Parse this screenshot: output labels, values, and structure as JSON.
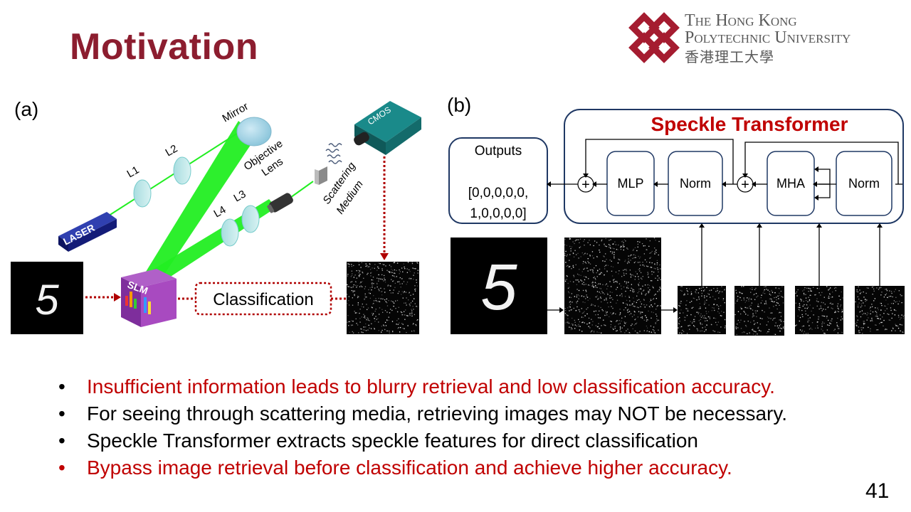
{
  "slide": {
    "title": "Motivation",
    "page_number": "41"
  },
  "logo": {
    "line1": "The Hong Kong",
    "line2": "Polytechnic University",
    "line3": "香港理工大學"
  },
  "panel_a": {
    "label": "(a)",
    "mirror": "Mirror",
    "objective": "Objective",
    "lens": "Lens",
    "l1": "L1",
    "l2": "L2",
    "l3": "L3",
    "l4": "L4",
    "scattering": "Scattering",
    "medium": "Medium",
    "laser": "LASER",
    "cmos": "CMOS",
    "slm": "SLM",
    "digit": "5",
    "classification": "Classification"
  },
  "panel_b": {
    "label": "(b)",
    "transformer_title": "Speckle Transformer",
    "outputs_title": "Outputs",
    "outputs_line1": "[0,0,0,0,0,",
    "outputs_line2": "1,0,0,0,0]",
    "mlp": "MLP",
    "norm1": "Norm",
    "mha": "MHA",
    "norm2": "Norm",
    "plus": "+",
    "digit": "5"
  },
  "bullets": [
    {
      "text": "Insufficient information leads to blurry retrieval and low classification accuracy.",
      "color": "#c00000"
    },
    {
      "text": "For seeing through scattering media, retrieving images may NOT be necessary.",
      "color": "#000000"
    },
    {
      "text": "Speckle Transformer extracts speckle features for direct classification",
      "color": "#000000"
    },
    {
      "text": "Bypass image retrieval before classification and achieve higher accuracy.",
      "color": "#c00000"
    }
  ],
  "bullet_char": "•",
  "colors": {
    "title": "#8c1d2f",
    "emphasis": "#c00000",
    "beam": "#22ee22",
    "box_border": "#1f3864",
    "logo": "#a51c30"
  }
}
